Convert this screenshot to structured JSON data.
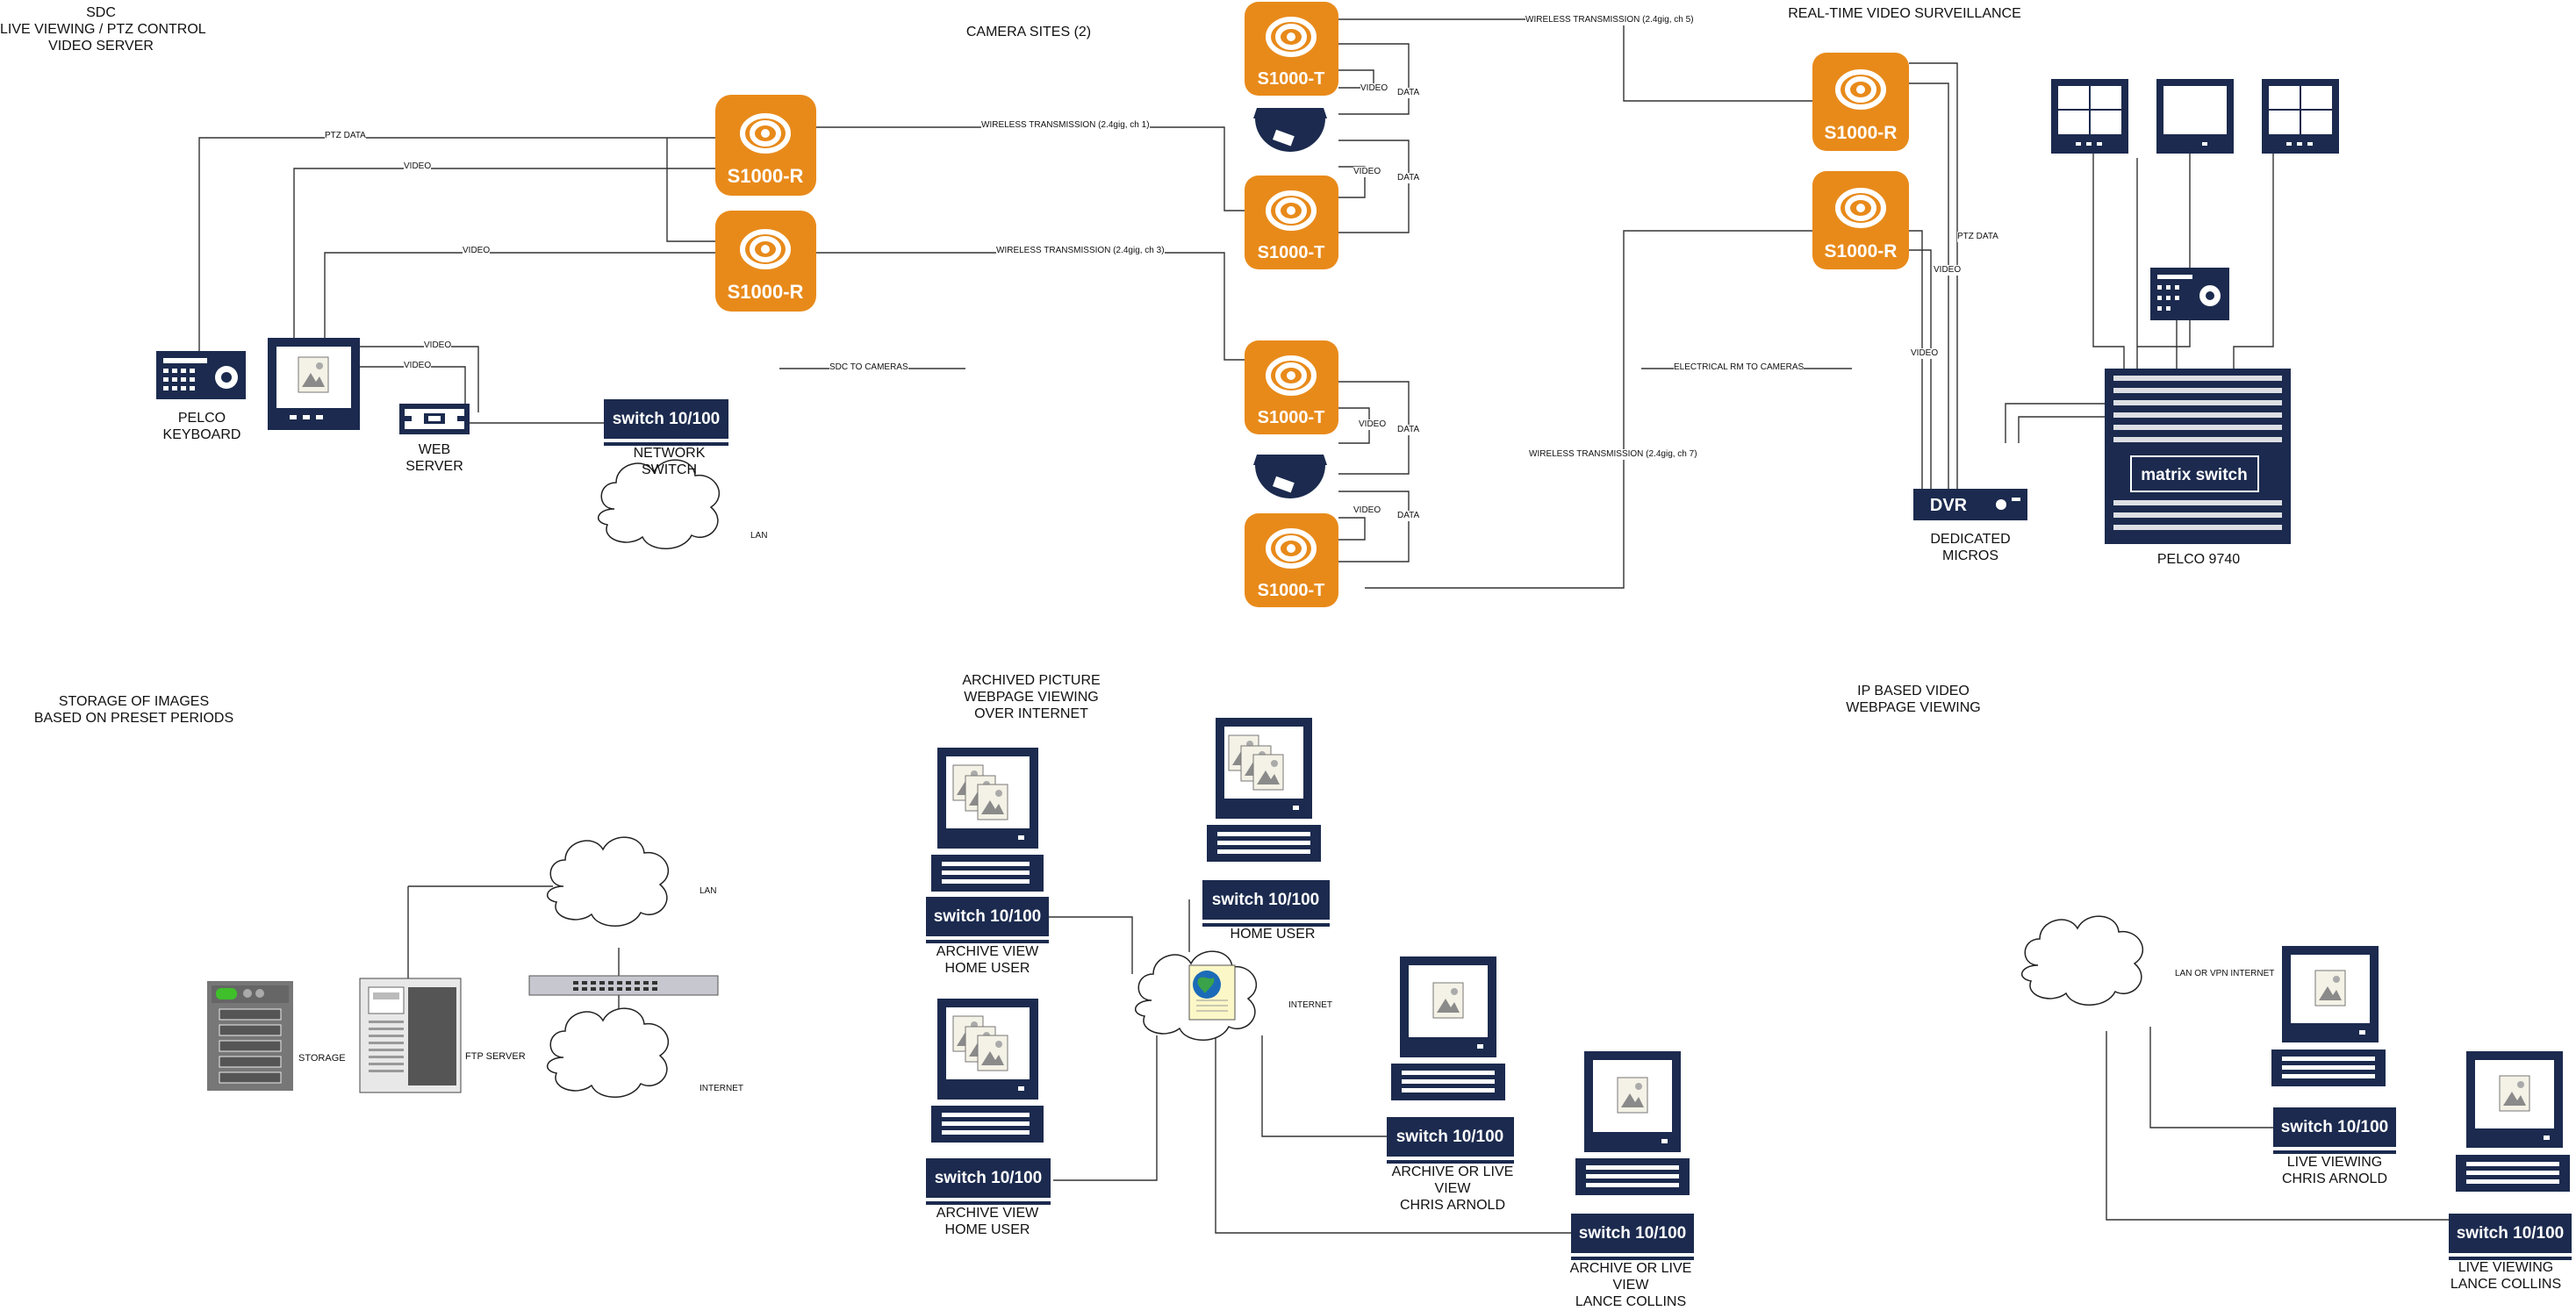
{
  "sections": {
    "sdc": "SDC\nLIVE VIEWING / PTZ CONTROL\nVIDEO SERVER",
    "camera_sites": "CAMERA SITES (2)",
    "realtime": "REAL-TIME VIDEO SURVEILLANCE",
    "storage": "STORAGE OF IMAGES\nBASED ON PRESET PERIODS",
    "archived": "ARCHIVED PICTURE\nWEBPAGE VIEWING\nOVER INTERNET",
    "ip_based": "IP BASED VIDEO\nWEBPAGE VIEWING"
  },
  "device_text": {
    "s1000r": "S1000-R",
    "s1000t": "S1000-T",
    "switch": "switch 10/100",
    "dvr": "DVR",
    "matrix": "matrix switch"
  },
  "labels": {
    "pelco_keyboard": "PELCO\nKEYBOARD",
    "web_server": "WEB\nSERVER",
    "network_switch": "NETWORK\nSWITCH",
    "dedicated_micros": "DEDICATED\nMICROS",
    "pelco_9740": "PELCO 9740",
    "storage": "STORAGE",
    "ftp_server": "FTP SERVER",
    "home_user": "HOME USER",
    "archive_home_1": "ARCHIVE VIEW\nHOME USER",
    "archive_home_2": "ARCHIVE VIEW\nHOME USER",
    "archive_live_chris": "ARCHIVE OR LIVE\nVIEW\nCHRIS ARNOLD",
    "archive_live_lance": "ARCHIVE OR LIVE\nVIEW\nLANCE COLLINS",
    "live_chris": "LIVE VIEWING\nCHRIS ARNOLD",
    "live_lance": "LIVE VIEWING\nLANCE COLLINS"
  },
  "connections": {
    "ptz_data": "PTZ DATA",
    "video": "VIDEO",
    "data": "DATA",
    "wireless_ch1": "WIRELESS TRANSMISSION (2.4gig, ch 1)",
    "wireless_ch3": "WIRELESS TRANSMISSION (2.4gig, ch 3)",
    "wireless_ch5": "WIRELESS TRANSMISSION (2.4gig, ch 5)",
    "wireless_ch7": "WIRELESS TRANSMISSION (2.4gig, ch 7)",
    "sdc_to_cameras": "SDC TO CAMERAS",
    "electrical_rm": "ELECTRICAL RM  TO CAMERAS",
    "lan": "LAN",
    "internet": "INTERNET",
    "lan_vpn": "LAN OR VPN INTERNET"
  },
  "colors": {
    "accent_orange": "#e88a1a",
    "device_navy": "#1b2a4e",
    "line": "#333333"
  }
}
